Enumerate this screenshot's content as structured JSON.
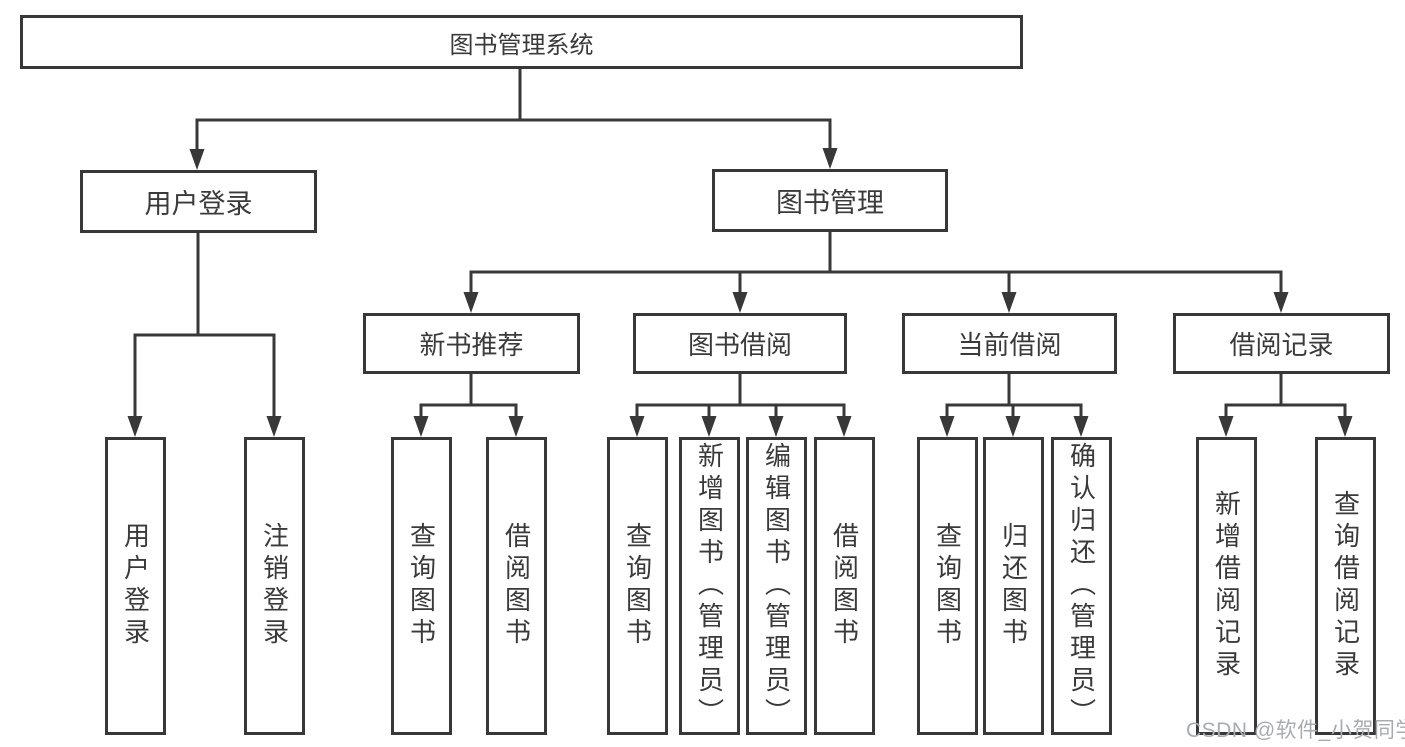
{
  "diagram": {
    "root": {
      "label": "图书管理系统"
    },
    "level2": [
      {
        "label": "用户登录"
      },
      {
        "label": "图书管理"
      }
    ],
    "level3": [
      {
        "label": "新书推荐"
      },
      {
        "label": "图书借阅"
      },
      {
        "label": "当前借阅"
      },
      {
        "label": "借阅记录"
      }
    ],
    "leaves": [
      {
        "label": "用户登录"
      },
      {
        "label": "注销登录"
      },
      {
        "label": "查询图书"
      },
      {
        "label": "借阅图书"
      },
      {
        "label": "查询图书"
      },
      {
        "label": "新增图书（管理员）"
      },
      {
        "label": "编辑图书（管理员）"
      },
      {
        "label": "借阅图书"
      },
      {
        "label": "查询图书"
      },
      {
        "label": "归还图书"
      },
      {
        "label": "确认归还（管理员）"
      },
      {
        "label": "新增借阅记录"
      },
      {
        "label": "查询借阅记录"
      }
    ],
    "watermark": "CSDN @软件_小贺同学",
    "colors": {
      "line": "#383838",
      "box_border": "#383838",
      "text": "#3a3a3a",
      "watermark": "#a8acb1",
      "background": "#ffffff"
    }
  }
}
